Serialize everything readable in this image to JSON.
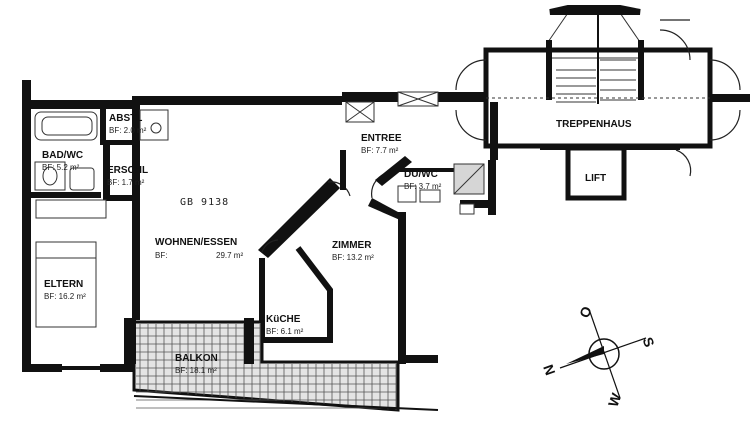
{
  "plan": {
    "parcel": "GB 9138",
    "rooms": {
      "abstl": {
        "name": "ABSTL",
        "area": "BF: 2.0 m²"
      },
      "badwc": {
        "name": "BAD/WC",
        "area": "BF:  5.2 m²"
      },
      "erschl": {
        "name": "ERSCHL",
        "area": "BF:  1.7 m²"
      },
      "eltern": {
        "name": "ELTERN",
        "area": "BF: 16.2 m²"
      },
      "wohnen": {
        "name": "WOHNEN/ESSEN",
        "area_prefix": "BF:",
        "area": "29.7 m²"
      },
      "entree": {
        "name": "ENTREE",
        "area": "BF:  7.7 m²"
      },
      "duwc": {
        "name": "DU/WC",
        "area": "BF: 3.7 m²"
      },
      "zimmer": {
        "name": "ZIMMER",
        "area": "BF: 13.2 m²"
      },
      "kueche": {
        "name": "KüCHE",
        "area": "BF: 6.1 m²"
      },
      "balkon": {
        "name": "BALKON",
        "area": "BF: 18.1 m²"
      },
      "treppe": {
        "name": "TREPPENHAUS"
      },
      "lift": {
        "name": "LIFT"
      }
    },
    "compass": {
      "north": "N",
      "south": "S",
      "east": "O",
      "west": "W"
    }
  }
}
